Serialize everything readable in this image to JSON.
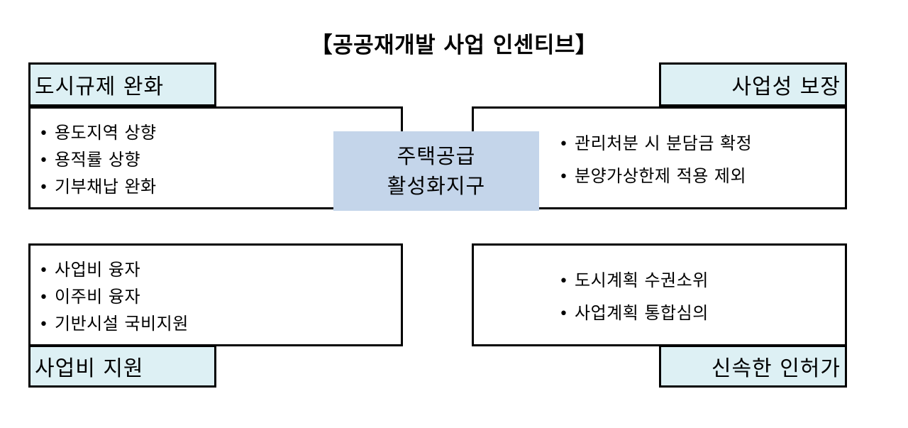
{
  "title": "【공공재개발 사업 인센티브】",
  "colors": {
    "header_fill": "#ddf0f4",
    "center_fill": "#c4d5ea",
    "border": "#000000",
    "background": "#ffffff"
  },
  "center": {
    "line1": "주택공급",
    "line2": "활성화지구"
  },
  "quadrants": {
    "top_left": {
      "caption": "도시규제 완화",
      "caption_align": "left",
      "items": [
        "용도지역 상향",
        "용적률 상향",
        "기부채납 완화"
      ],
      "bullet": "•"
    },
    "top_right": {
      "caption": "사업성 보장",
      "caption_align": "right",
      "items": [
        "관리처분 시 분담금 확정",
        "분양가상한제 적용 제외"
      ],
      "bullet": "•"
    },
    "bottom_left": {
      "caption": "사업비 지원",
      "caption_align": "left",
      "items": [
        "사업비 융자",
        "이주비 융자",
        "기반시설 국비지원"
      ],
      "bullet": "•"
    },
    "bottom_right": {
      "caption": "신속한 인허가",
      "caption_align": "right",
      "items": [
        "도시계획 수권소위",
        "사업계획 통합심의"
      ],
      "bullet": "•"
    }
  }
}
